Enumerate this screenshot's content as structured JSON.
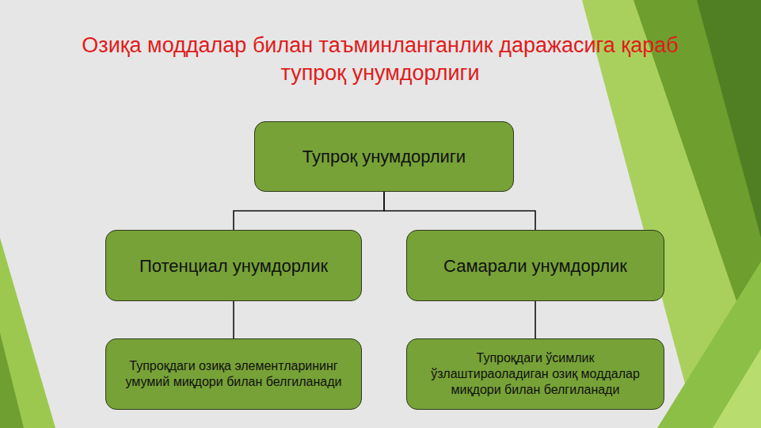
{
  "diagram": {
    "title": "Озиқа моддалар билан таъминланганлик даражасига қараб тупроқ унумдорлиги",
    "nodes": [
      {
        "text": [
          "Тупроқ унумдорлиги"
        ]
      },
      {
        "text": [
          "Потенциал унумдорлик"
        ]
      },
      {
        "text": [
          "Самарали унумдорлик"
        ]
      },
      {
        "text": [
          "Тупроқдаги озиқа элементларининг умумий миқдори билан белгиланади"
        ]
      },
      {
        "text": [
          "Тупроқдаги ўсимлик ўзлаштираоладиган озиқ моддалар миқдори билан белгиланади"
        ]
      }
    ],
    "edges": [
      {
        "from": 0,
        "to": 1,
        "arrow": "none"
      },
      {
        "from": 0,
        "to": 2,
        "arrow": "none"
      },
      {
        "from": 1,
        "to": 3,
        "arrow": "none"
      },
      {
        "from": 2,
        "to": 4,
        "arrow": "none"
      }
    ]
  }
}
